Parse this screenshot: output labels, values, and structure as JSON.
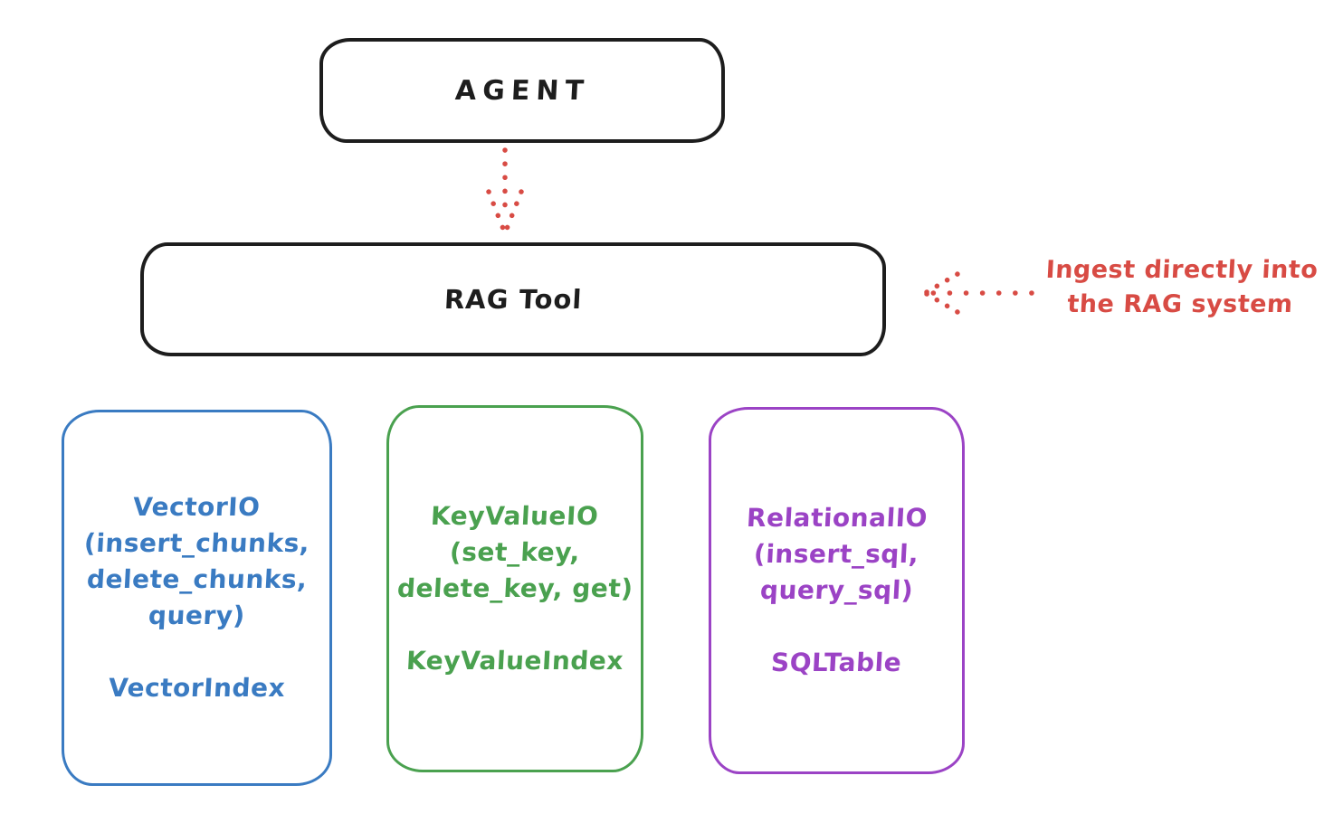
{
  "diagram": {
    "agent_box": {
      "label": "AGENT"
    },
    "rag_tool_box": {
      "label": "RAG Tool"
    },
    "annotation": {
      "line1": "Ingest directly into",
      "line2": "the RAG system",
      "color": "#d84b44"
    },
    "arrows": {
      "agent_to_ragtool": {
        "style": "dotted",
        "direction": "down",
        "color": "#d84b44"
      },
      "annotation_to_ragtool": {
        "style": "dotted",
        "direction": "left",
        "color": "#d84b44"
      }
    },
    "io_boxes": [
      {
        "id": "vector",
        "color": "#3a7bc2",
        "lines": [
          "VectorIO",
          "(insert_chunks,",
          "delete_chunks,",
          "query)"
        ],
        "index_label": "VectorIndex"
      },
      {
        "id": "keyvalue",
        "color": "#4aa14f",
        "lines": [
          "KeyValueIO",
          "(set_key,",
          "delete_key, get)"
        ],
        "index_label": "KeyValueIndex"
      },
      {
        "id": "relational",
        "color": "#9b43c5",
        "lines": [
          "RelationalIO",
          "(insert_sql,",
          "query_sql)"
        ],
        "index_label": "SQLTable"
      }
    ],
    "colors": {
      "stroke": "#1d1d1d",
      "red": "#d84b44",
      "background": "#ffffff"
    }
  }
}
